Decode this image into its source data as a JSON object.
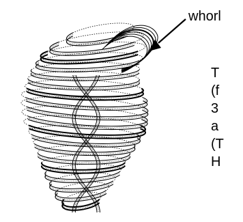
{
  "label": "whorl",
  "text_lines": [
    "T",
    "(f",
    "3",
    "a",
    "(T",
    "H"
  ],
  "colors": {
    "ink": "#000000",
    "background": "#ffffff"
  }
}
